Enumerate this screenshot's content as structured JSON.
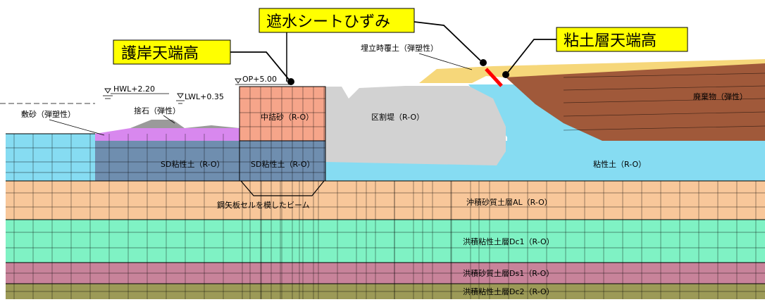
{
  "callouts": {
    "revetment_top": "護岸天端高",
    "sheet_strain": "遮水シートひずみ",
    "clay_top": "粘土層天端高"
  },
  "levels": {
    "hwl": "HWL+2.20",
    "lwl": "LWL+0.35",
    "op": "OP+5.00"
  },
  "labels": {
    "shikizuna": "敷砂（弾塑性）",
    "suteishi": "捨石（弾性）",
    "nakazume": "中詰砂（R-O）",
    "kukakutei": "区割堤（R-O）",
    "umetate": "埋立時覆土（弾塑性）",
    "haikibutsu": "廃棄物（弾性）",
    "sd_left": "SD粘性土（R-O）",
    "sd_mid": "SD粘性土（R-O）",
    "nensei": "粘性土（R-O）",
    "beam": "鋼矢板セルを模したビーム",
    "al": "沖積砂質土層AL（R-O）",
    "dc1": "洪積粘性土層Dc1（R-O）",
    "ds1": "洪積砂質土層Ds1（R-O）",
    "dc2": "洪積粘性土層Dc2（R-O）"
  },
  "colors": {
    "water": "#86dcf2",
    "sd_clay": "#6f8eaf",
    "alluvial_sand": "#f8c79a",
    "dc1": "#7ff2c4",
    "ds1": "#c8839a",
    "dc2": "#9c9a57",
    "fill_sand": "#f6a58a",
    "levee": "#d2d2d2",
    "waste": "#a0593a",
    "cover_soil": "#f6d77a",
    "shikizuna": "#d888ee",
    "callout_bg": "#ffff00",
    "sheet_marker": "#ff0000"
  }
}
